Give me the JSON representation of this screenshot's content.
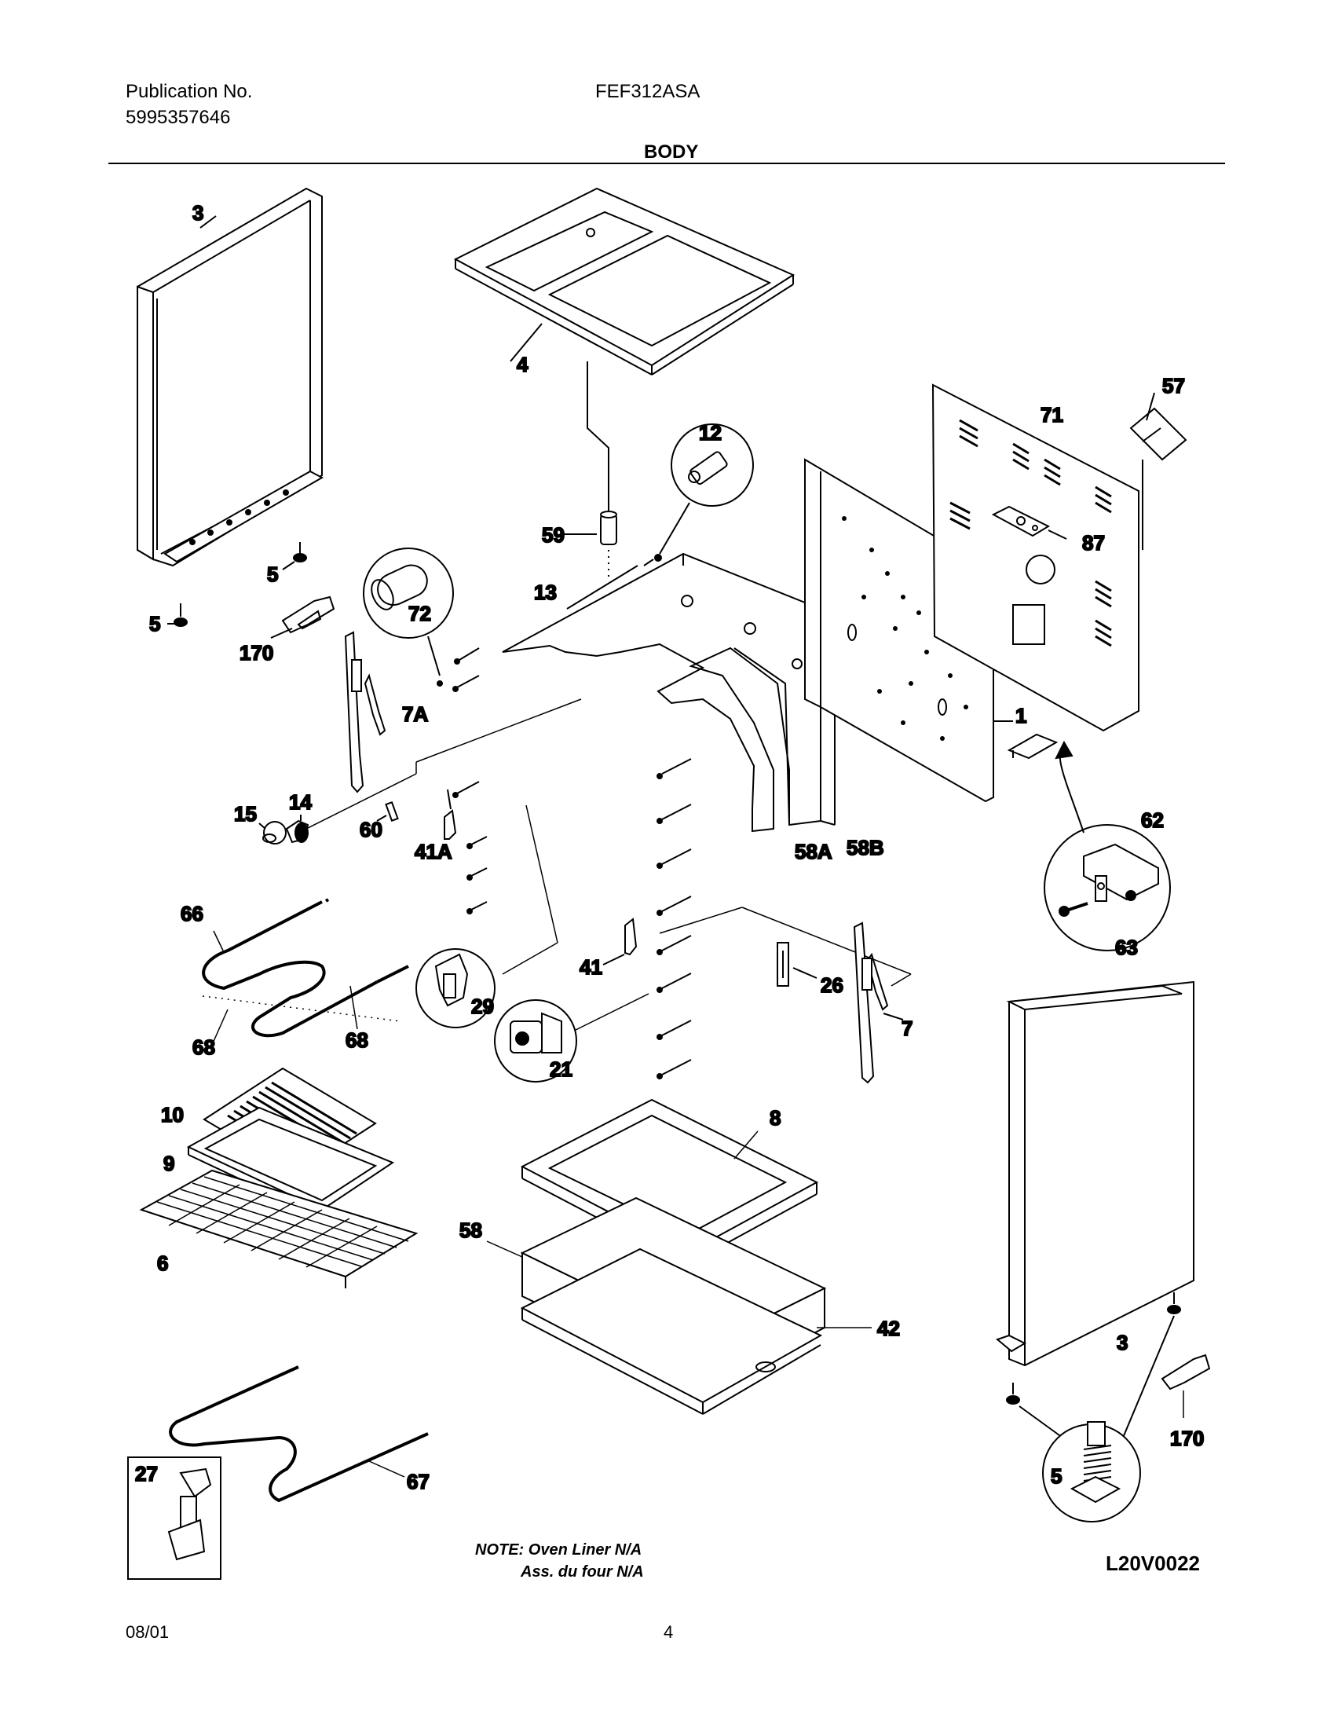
{
  "header": {
    "publication_label": "Publication No.",
    "publication_number": "5995357646",
    "model": "FEF312ASA",
    "section_title": "BODY"
  },
  "callouts": {
    "c3_top": "3",
    "c4": "4",
    "c57": "57",
    "c71": "71",
    "c12": "12",
    "c59": "59",
    "c87": "87",
    "c5_a": "5",
    "c5_b": "5",
    "c72": "72",
    "c13": "13",
    "c170_left": "170",
    "c7A": "7A",
    "c1": "1",
    "c15": "15",
    "c14": "14",
    "c62": "62",
    "c60": "60",
    "c41A": "41A",
    "c58A": "58A",
    "c58B": "58B",
    "c66": "66",
    "c63": "63",
    "c41": "41",
    "c26": "26",
    "c29": "29",
    "c7": "7",
    "c68_a": "68",
    "c68_b": "68",
    "c21": "21",
    "c10": "10",
    "c8": "8",
    "c9": "9",
    "c58": "58",
    "c6": "6",
    "c42": "42",
    "c3_right": "3",
    "c170_right": "170",
    "c5_circle": "5",
    "c67": "67",
    "c27": "27"
  },
  "note": {
    "line1": "NOTE: Oven Liner N/A",
    "line2": "Ass. du four N/A"
  },
  "drawing_code": "L20V0022",
  "footer": {
    "date": "08/01",
    "page": "4"
  }
}
